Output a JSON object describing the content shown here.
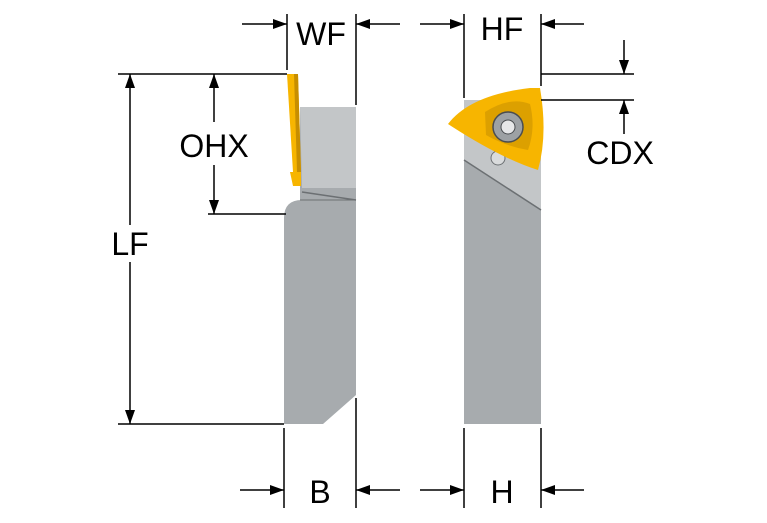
{
  "labels": {
    "wf": "WF",
    "hf": "HF",
    "ohx": "OHX",
    "cdx": "CDX",
    "lf": "LF",
    "b": "B",
    "h": "H"
  },
  "colors": {
    "body": "#a7abae",
    "body_dark": "#8d9194",
    "body_light": "#c3c6c8",
    "insert": "#f7b500",
    "insert_dark": "#c78e00",
    "line": "#000000"
  }
}
